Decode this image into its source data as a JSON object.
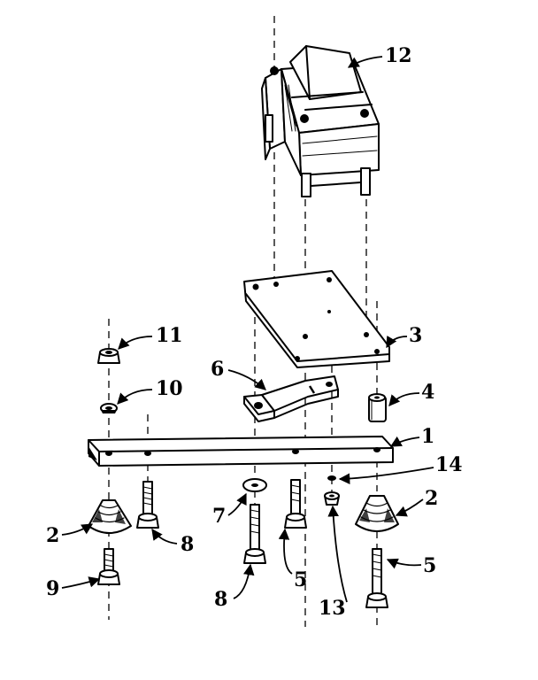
{
  "callouts": {
    "c1": "1",
    "c2a": "2",
    "c2b": "2",
    "c3": "3",
    "c4": "4",
    "c5a": "5",
    "c5b": "5",
    "c6": "6",
    "c7": "7",
    "c8a": "8",
    "c8b": "8",
    "c9": "9",
    "c10": "10",
    "c11": "11",
    "c12": "12",
    "c13": "13",
    "c14": "14"
  }
}
